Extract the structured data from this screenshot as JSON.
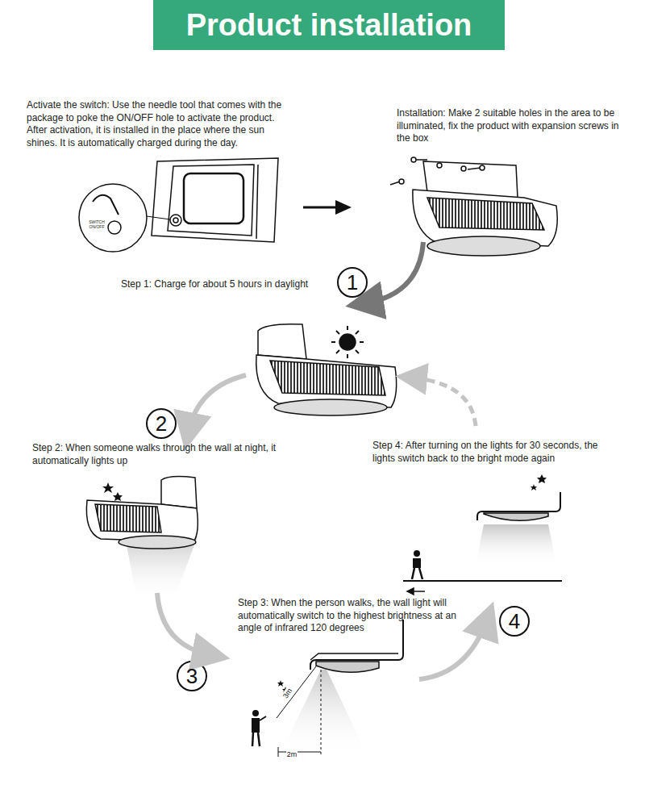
{
  "diagram": {
    "title": "Product installation",
    "labels": [
      "Activate the switch: Use the needle tool that comes with the package to poke the ON/OFF hole to activate the product. After activation, it is installed in the place where the sun shines. It is automatically charged during the day.",
      "SWITCH ON/OFF",
      "Installation: Make 2 suitable holes in the area to be illuminated, fix the product with expansion screws in the box",
      "Step 1: Charge for about 5 hours in daylight",
      "1",
      "2",
      "Step 2: When someone walks through the wall at night, it automatically lights up",
      "Step 4: After turning on the lights for 30 seconds, the lights switch back to the bright mode again",
      "Step 3: When the person walks, the wall light will automatically switch to the highest brightness at an angle of infrared 120 degrees",
      "4",
      "3",
      "3m",
      "2m"
    ]
  }
}
